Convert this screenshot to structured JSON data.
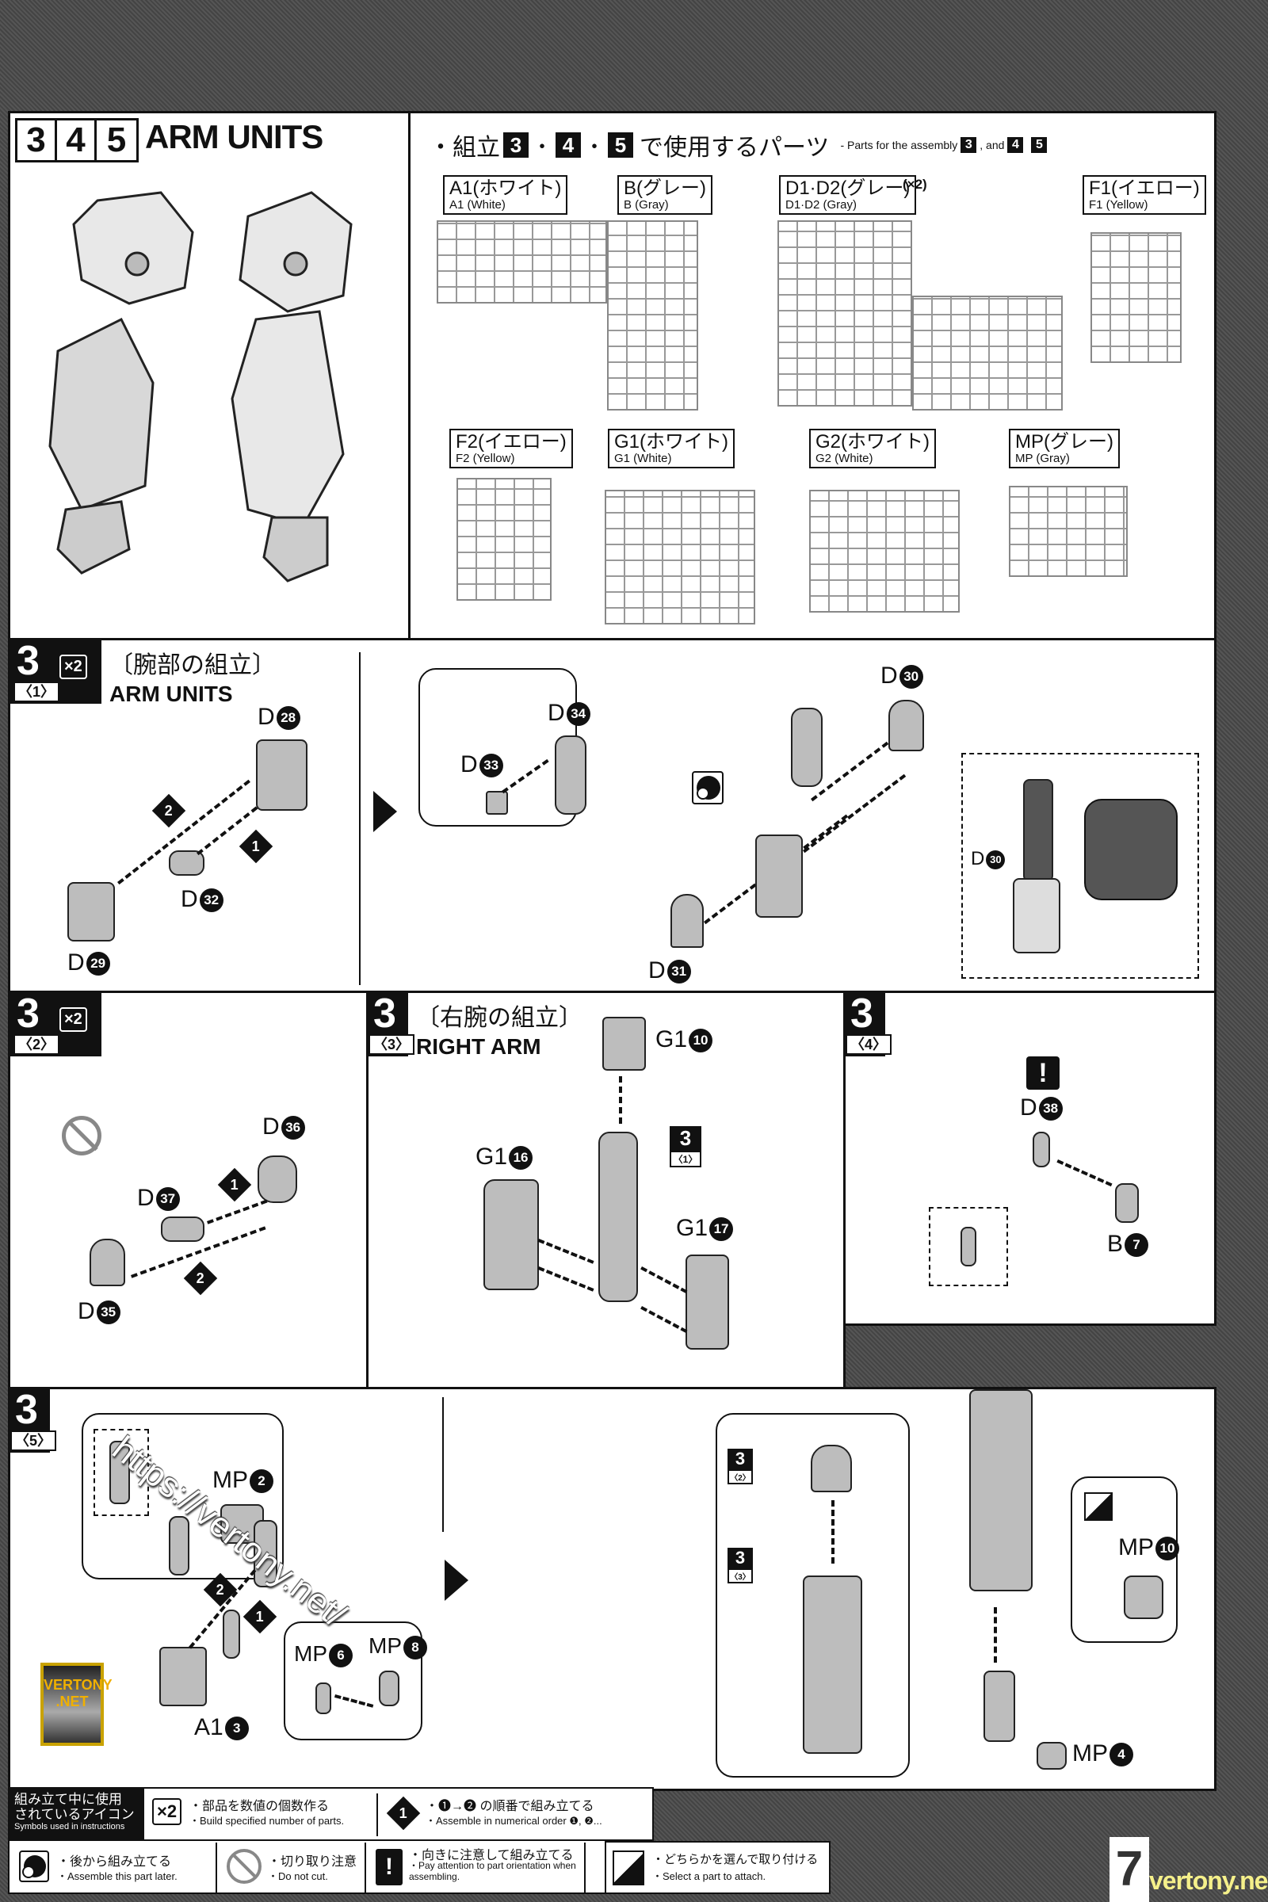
{
  "header": {
    "step_numbers": [
      "3",
      "4",
      "5"
    ],
    "title": "ARM UNITS",
    "parts_heading_jp_prefix": "・組立",
    "parts_heading_jp_suffix": "で使用するパーツ",
    "parts_heading_en": "- Parts for the assembly",
    "parts_heading_en_and": ", and",
    "parts_heading_sep": "・"
  },
  "runners": [
    {
      "jp": "A1(ホワイト)",
      "en": "A1 (White)",
      "qty": ""
    },
    {
      "jp": "B(グレー)",
      "en": "B (Gray)",
      "qty": ""
    },
    {
      "jp": "D1·D2(グレー)",
      "en": "D1·D2 (Gray)",
      "qty": "(×2)"
    },
    {
      "jp": "F1(イエロー)",
      "en": "F1 (Yellow)",
      "qty": ""
    },
    {
      "jp": "F2(イエロー)",
      "en": "F2 (Yellow)",
      "qty": ""
    },
    {
      "jp": "G1(ホワイト)",
      "en": "G1 (White)",
      "qty": ""
    },
    {
      "jp": "G2(ホワイト)",
      "en": "G2 (White)",
      "qty": ""
    },
    {
      "jp": "MP(グレー)",
      "en": "MP (Gray)",
      "qty": ""
    }
  ],
  "step1": {
    "num": "3",
    "sub": "〈1〉",
    "multiplier": "×2",
    "title_jp": "〔腕部の組立〕",
    "title_en": "ARM UNITS",
    "parts": {
      "d28": "D",
      "d28n": "28",
      "d29": "D",
      "d29n": "29",
      "d32": "D",
      "d32n": "32",
      "d33": "D",
      "d33n": "33",
      "d34": "D",
      "d34n": "34",
      "d30": "D",
      "d30n": "30",
      "d31": "D",
      "d31n": "31",
      "d30b": "D",
      "d30bn": "30"
    },
    "order": [
      "1",
      "2"
    ]
  },
  "step2": {
    "num": "3",
    "sub": "〈2〉",
    "multiplier": "×2",
    "parts": {
      "d36": "D",
      "d36n": "36",
      "d37": "D",
      "d37n": "37",
      "d35": "D",
      "d35n": "35"
    },
    "order": [
      "1",
      "2"
    ]
  },
  "step3": {
    "num": "3",
    "sub": "〈3〉",
    "title_jp": "〔右腕の組立〕",
    "title_en": "RIGHT ARM",
    "parts": {
      "g10": "G1",
      "g10n": "10",
      "g16": "G1",
      "g16n": "16",
      "g17": "G1",
      "g17n": "17"
    },
    "ref": {
      "num": "3",
      "sub": "〈1〉"
    }
  },
  "step4": {
    "num": "3",
    "sub": "〈4〉",
    "parts": {
      "d38": "D",
      "d38n": "38",
      "b7": "B",
      "b7n": "7"
    },
    "warning": "!"
  },
  "step5": {
    "num": "3",
    "sub": "〈5〉",
    "parts": {
      "mp2": "MP",
      "mp2n": "2",
      "a13": "A1",
      "a13n": "3",
      "mp6": "MP",
      "mp6n": "6",
      "mp8": "MP",
      "mp8n": "8",
      "mp10": "MP",
      "mp10n": "10",
      "mp4": "MP",
      "mp4n": "4"
    },
    "refs": [
      {
        "num": "3",
        "sub": "〈2〉"
      },
      {
        "num": "3",
        "sub": "〈3〉"
      }
    ],
    "order": [
      "1",
      "2"
    ]
  },
  "watermark": {
    "url": "https://vertony.net/",
    "badge_line1": "VERTONY",
    "badge_line2": ".NET"
  },
  "legend": {
    "title_jp_1": "組み立て中に使用",
    "title_jp_2": "されているアイコン",
    "title_en": "Symbols used in instructions",
    "items": [
      {
        "icon": "×2",
        "jp": "・部品を数値の個数作る",
        "en": "・Build specified number of parts."
      },
      {
        "icon": "1",
        "jp": "・❶→❷ の順番で組み立てる",
        "en": "・Assemble in numerical order ❶, ❷..."
      },
      {
        "icon": "later",
        "jp": "・後から組み立てる",
        "en": "・Assemble this part later."
      },
      {
        "icon": "nocut",
        "jp": "・切り取り注意",
        "en": "・Do not cut."
      },
      {
        "icon": "!",
        "jp": "・向きに注意して組み立てる",
        "en": "・Pay attention to part orientation when assembling."
      },
      {
        "icon": "select",
        "jp": "・どちらかを選んで取り付ける",
        "en": "・Select a part to attach."
      }
    ]
  },
  "footer": {
    "page_number": "7",
    "site": "vertony.net"
  }
}
